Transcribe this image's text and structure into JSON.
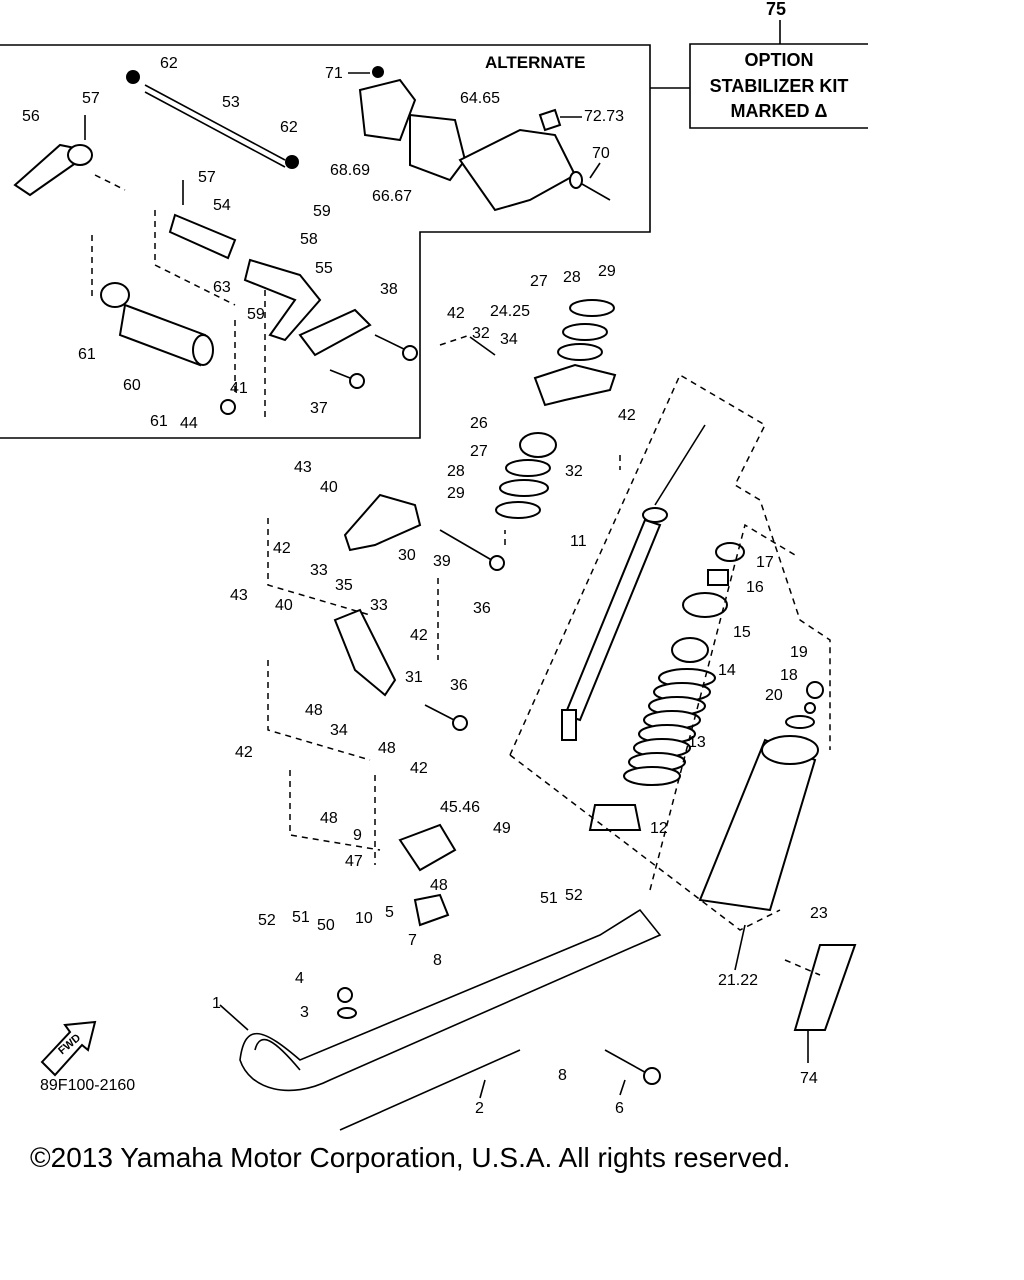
{
  "diagram": {
    "alternate_label": "ALTERNATE",
    "option_box": {
      "number": "75",
      "line1": "OPTION",
      "line2": "STABILIZER KIT",
      "line3": "MARKED Δ"
    },
    "fwd_label": "FWD",
    "drawing_code": "89F100-2160",
    "callouts": {
      "c1": "1",
      "c2": "2",
      "c3": "3",
      "c4": "4",
      "c5": "5",
      "c6": "6",
      "c7": "7",
      "c8a": "8",
      "c8b": "8",
      "c9": "9",
      "c10": "10",
      "c11": "11",
      "c12": "12",
      "c13": "13",
      "c14": "14",
      "c15": "15",
      "c16": "16",
      "c17": "17",
      "c18": "18",
      "c19": "19",
      "c20": "20",
      "c2122": "21.22",
      "c23": "23",
      "c2425": "24.25",
      "c26": "26",
      "c27a": "27",
      "c27b": "27",
      "c28a": "28",
      "c28b": "28",
      "c29a": "29",
      "c29b": "29",
      "c30": "30",
      "c31": "31",
      "c32a": "32",
      "c32b": "32",
      "c33a": "33",
      "c33b": "33",
      "c34a": "34",
      "c34b": "34",
      "c35": "35",
      "c36a": "36",
      "c36b": "36",
      "c37": "37",
      "c38": "38",
      "c39": "39",
      "c40a": "40",
      "c40b": "40",
      "c41": "41",
      "c42a": "42",
      "c42b": "42",
      "c42c": "42",
      "c42d": "42",
      "c42e": "42",
      "c42f": "42",
      "c43a": "43",
      "c43b": "43",
      "c44": "44",
      "c4546": "45.46",
      "c47": "47",
      "c48a": "48",
      "c48b": "48",
      "c48c": "48",
      "c48d": "48",
      "c49": "49",
      "c50": "50",
      "c51a": "51",
      "c51b": "51",
      "c52a": "52",
      "c52b": "52",
      "c53": "53",
      "c54": "54",
      "c55": "55",
      "c56": "56",
      "c57a": "57",
      "c57b": "57",
      "c58": "58",
      "c59a": "59",
      "c59b": "59",
      "c60": "60",
      "c61a": "61",
      "c61b": "61",
      "c62a": "62",
      "c62b": "62",
      "c63": "63",
      "c6465": "64.65",
      "c6667": "66.67",
      "c6869": "68.69",
      "c70": "70",
      "c71": "71",
      "c7273": "72.73",
      "c74": "74"
    }
  },
  "copyright": "©2013 Yamaha Motor Corporation, U.S.A. All rights reserved."
}
